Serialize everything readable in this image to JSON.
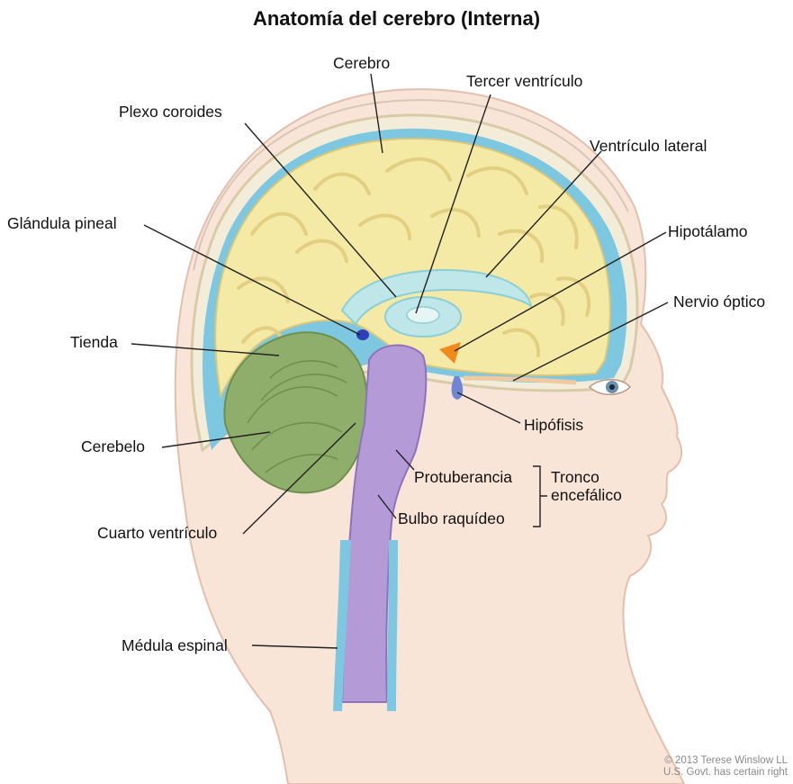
{
  "title": "Anatomía del cerebro (Interna)",
  "labels": {
    "cerebro": "Cerebro",
    "tercer_ventriculo": "Tercer ventrículo",
    "plexo_coroides": "Plexo coroides",
    "ventriculo_lateral": "Ventrículo lateral",
    "glandula_pineal": "Glándula pineal",
    "hipotalamo": "Hipotálamo",
    "nervio_optico": "Nervio óptico",
    "tienda": "Tienda",
    "hipofisis": "Hipófisis",
    "cerebelo": "Cerebelo",
    "protuberancia": "Protuberancia",
    "tronco_line1": "Tronco",
    "tronco_line2": "encefálico",
    "cuarto_ventriculo": "Cuarto ventrículo",
    "bulbo_raquideo": "Bulbo raquídeo",
    "medula_espinal": "Médula espinal"
  },
  "credit": {
    "line1": "© 2013 Terese Winslow LL",
    "line2": "U.S. Govt. has certain right"
  },
  "colors": {
    "skin": "#f8e5d8",
    "skull": "#f3ecd9",
    "csf": "#7ec7e0",
    "cerebrum": "#f5e9a6",
    "cerebellum": "#8fae6b",
    "brainstem": "#b59ad8",
    "hypothalamus": "#f08a1c",
    "pituitary": "#6f86d6",
    "pineal": "#2e3fb8",
    "ventricle": "#bfe6e8"
  }
}
